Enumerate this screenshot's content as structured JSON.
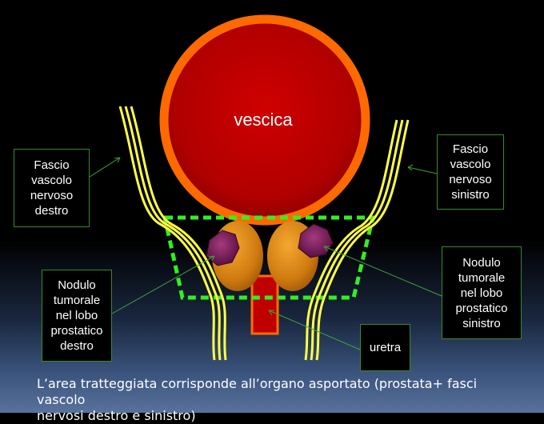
{
  "bladder_label": "vescica",
  "labels": {
    "fascio_destro": [
      "Fascio",
      "vascolo",
      "nervoso",
      "destro"
    ],
    "fascio_sinistro": [
      "Fascio",
      "vascolo",
      "nervoso",
      "sinistro"
    ],
    "nodulo_destro": [
      "Nodulo",
      "tumorale",
      "nel lobo",
      "prostatico",
      "destro"
    ],
    "nodulo_sinistro": [
      "Nodulo",
      "tumorale",
      "nel lobo",
      "prostatico",
      "sinistro"
    ],
    "uretra": [
      "uretra"
    ]
  },
  "caption": {
    "line1": "L’area tratteggiata corrisponde all’organo asportato (prostata+ fasci vascolo",
    "line2": "nervosi destro e sinistro)"
  },
  "colors": {
    "bladder_fill": "#c00000",
    "bladder_ring": "#ff6a00",
    "prostate_fill": "#e08a10",
    "nodule_fill": "#7a1e58",
    "nerve_bundle": "#ffff44",
    "resection_outline": "#33ee22",
    "urethra_fill": "#c00000",
    "arrow": "#40a040"
  }
}
